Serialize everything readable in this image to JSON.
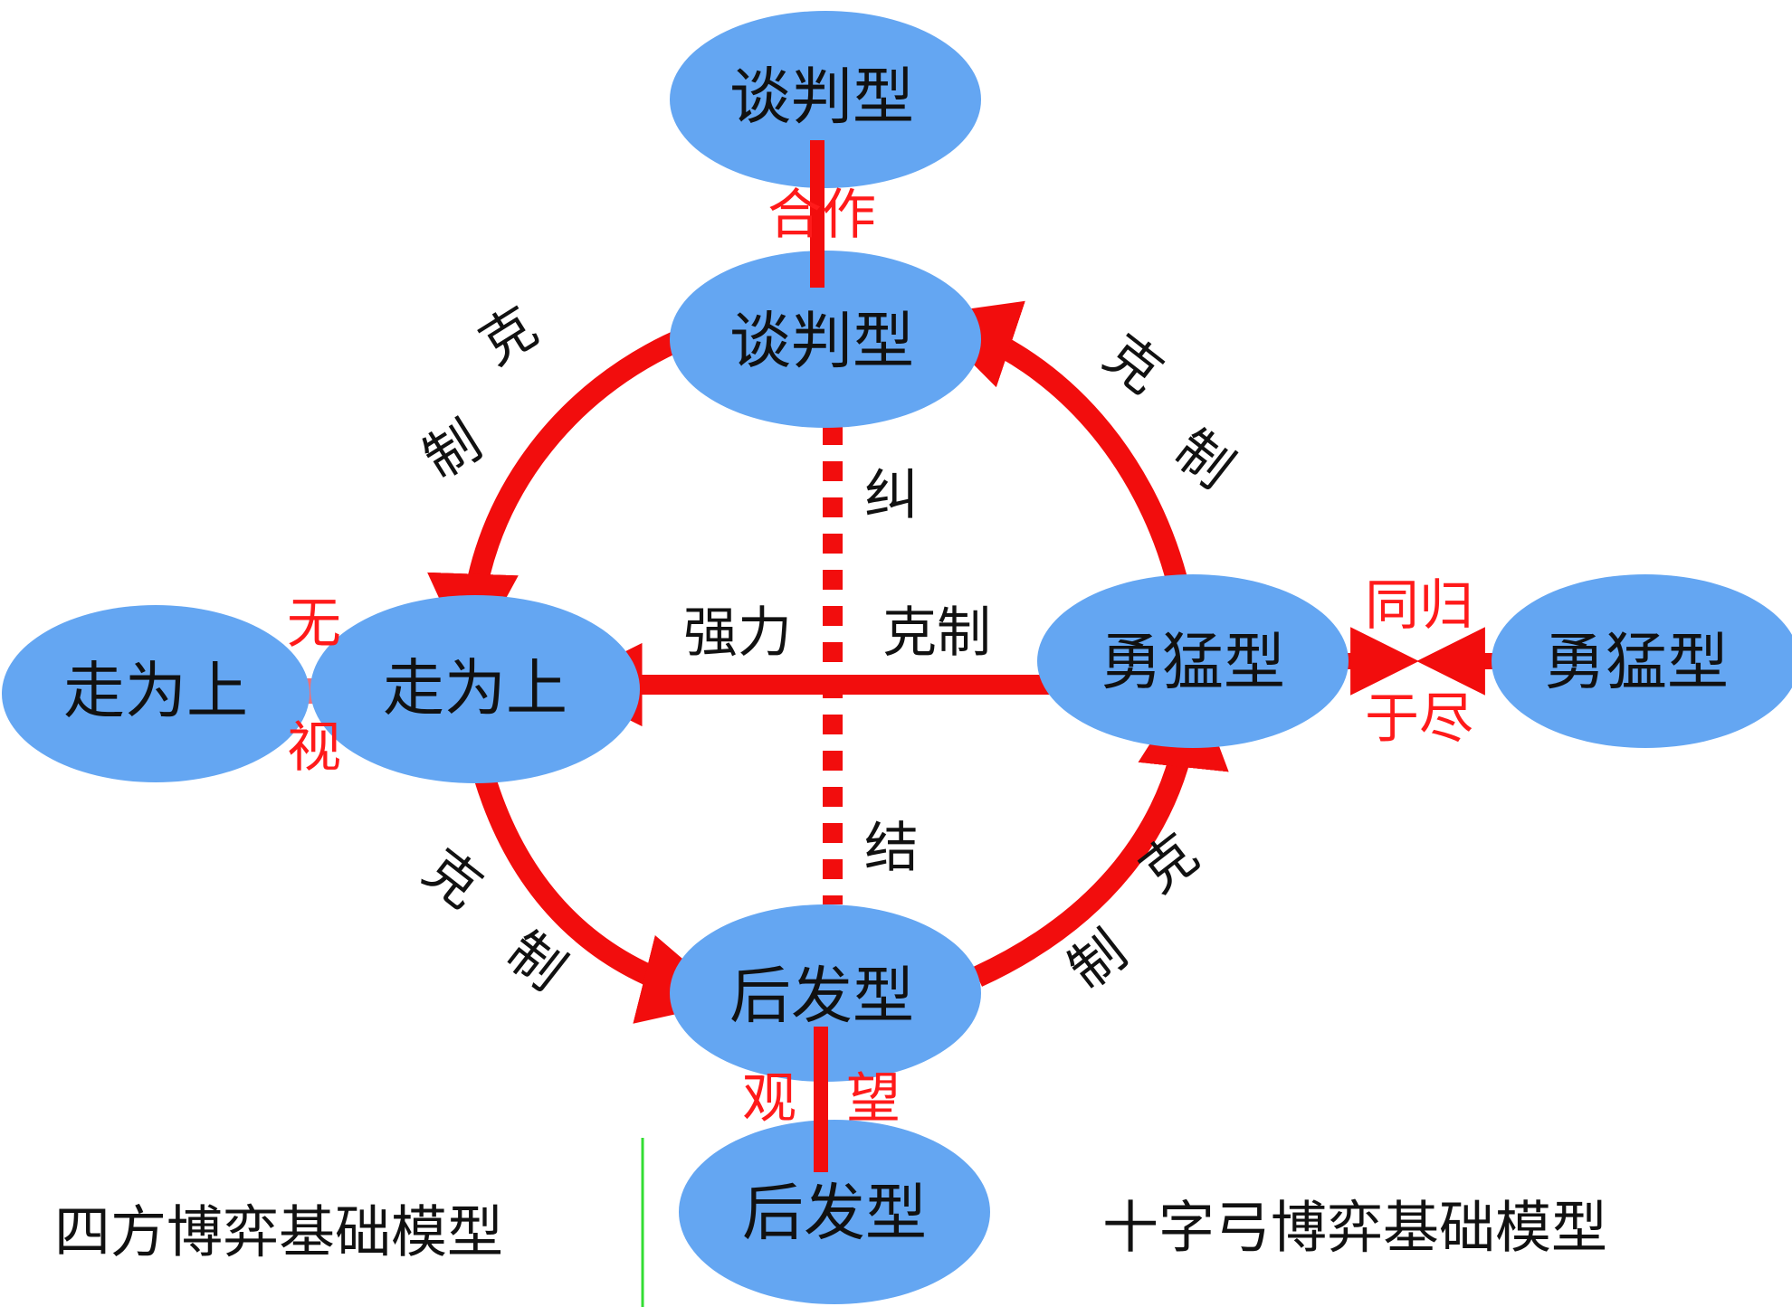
{
  "nodes": {
    "top_outer": "谈判型",
    "top_inner": "谈判型",
    "left_outer": "走为上",
    "left_inner": "走为上",
    "right_inner": "勇猛型",
    "right_outer": "勇猛型",
    "bottom_inner": "后发型",
    "bottom_outer": "后发型"
  },
  "relations": {
    "top_link": "合作",
    "left_link_top": "无",
    "left_link_bottom": "视",
    "right_link_top": "同归",
    "right_link_bottom": "于尽",
    "bottom_link_left": "观",
    "bottom_link_right": "望",
    "cross_left": "强力",
    "cross_right": "克制",
    "entangle_top": "纠",
    "entangle_bottom": "结",
    "ke": "克",
    "zhi": "制"
  },
  "captions": {
    "left": "四方博弈基础模型",
    "right": "十字弓博弈基础模型"
  },
  "colors": {
    "node_fill": "#64a6f2",
    "arrow_red": "#f20d0d",
    "label_red": "#ff1a1a",
    "pink_bar": "#f07078",
    "divider_green": "#33dd33"
  }
}
